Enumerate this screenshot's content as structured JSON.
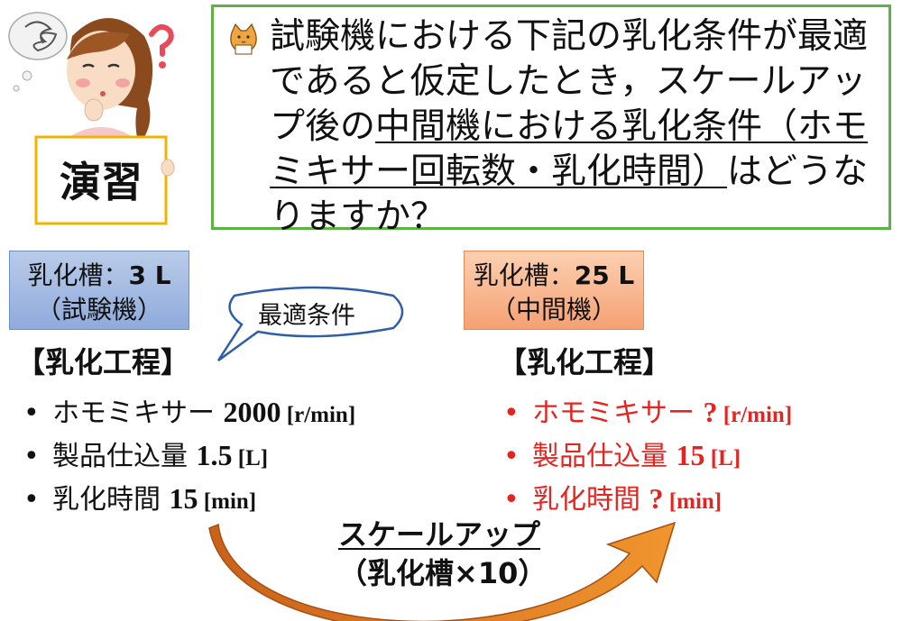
{
  "exercise_label": "演習",
  "question": {
    "before": "試験機における下記の乳化条件が最適であると仮定したとき，スケールアップ後の",
    "underlined": "中間機における乳化条件（ホモミキサー回転数・乳化時間）",
    "after": "はどうなりますか？"
  },
  "tank_test": {
    "prefix": "乳化槽：",
    "volume": "3 L",
    "name": "（試験機）"
  },
  "tank_mid": {
    "prefix": "乳化槽：",
    "volume": "25 L",
    "name": "（中間機）"
  },
  "bubble": "最適条件",
  "left_process": {
    "title": "【乳化工程】",
    "items": [
      {
        "label": "ホモミキサー ",
        "value": "2000",
        "unit": " [r/min]"
      },
      {
        "label": "製品仕込量 ",
        "value": "1.5",
        "unit": " [L]"
      },
      {
        "label": "乳化時間 ",
        "value": "15",
        "unit": " [min]"
      }
    ]
  },
  "right_process": {
    "title": "【乳化工程】",
    "items": [
      {
        "label": "ホモミキサー ",
        "value": "?",
        "unit": " [r/min]"
      },
      {
        "label": "製品仕込量 ",
        "value": "15",
        "unit": " [L]"
      },
      {
        "label": "乳化時間 ",
        "value": "?",
        "unit": " [min]"
      }
    ]
  },
  "scaleup": {
    "label": "スケールアップ",
    "sub": "（乳化槽×10）"
  },
  "colors": {
    "frame_green": "#5cb344",
    "highlight_red": "#e52420",
    "arrow_orange": "#e07a1f"
  },
  "icons": [
    "thought-cloud-icon",
    "question-mark-icon",
    "cat-icon",
    "curved-arrow-icon"
  ]
}
